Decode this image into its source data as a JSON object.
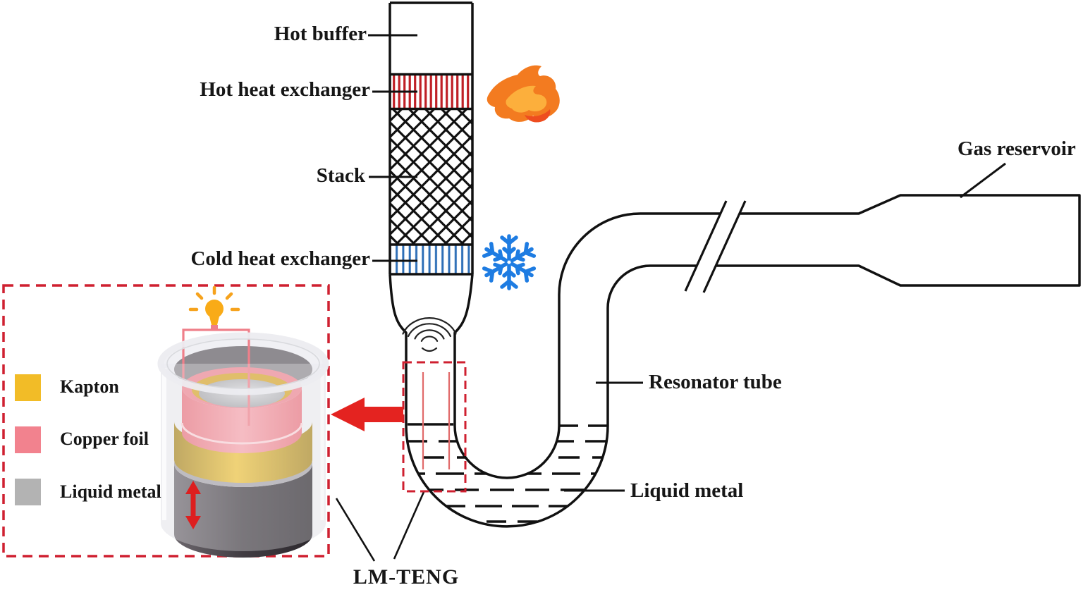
{
  "figure": {
    "type": "schematic-diagram",
    "subject": "Thermoacoustic engine with liquid-metal triboelectric nanogenerator (LM-TENG)"
  },
  "labels": {
    "hot_buffer": "Hot buffer",
    "hot_heat_exchanger": "Hot heat exchanger",
    "stack": "Stack",
    "cold_heat_exchanger": "Cold heat exchanger",
    "gas_reservoir": "Gas reservoir",
    "resonator_tube": "Resonator tube",
    "liquid_metal": "Liquid metal",
    "lm_teng": "LM-TENG"
  },
  "legend": {
    "items": [
      {
        "label": "Kapton",
        "color": "#f2bc27"
      },
      {
        "label": "Copper foil",
        "color": "#f2828e"
      },
      {
        "label": "Liquid metal",
        "color": "#b3b3b3"
      }
    ]
  },
  "icons": [
    "flame-icon",
    "snowflake-icon",
    "lightbulb-icon",
    "sound-wave-icon",
    "red-arrow-icon",
    "vibration-arrow-icon"
  ],
  "colors": {
    "line": "#111111",
    "hot_exchanger_stripes": "#bf2026",
    "cold_exchanger_stripes": "#2e6fb7",
    "snowflake_blue": "#1e7ce2",
    "flame_orange": "#f37b20",
    "accent_red": "#e42320",
    "dashed_box_red": "#cf2030",
    "wire_pink": "#ef7f8a",
    "kapton_gold": "#d9a92b",
    "copper_pink": "#ee8591",
    "liquid_metal_gray": "#8e8b90"
  }
}
